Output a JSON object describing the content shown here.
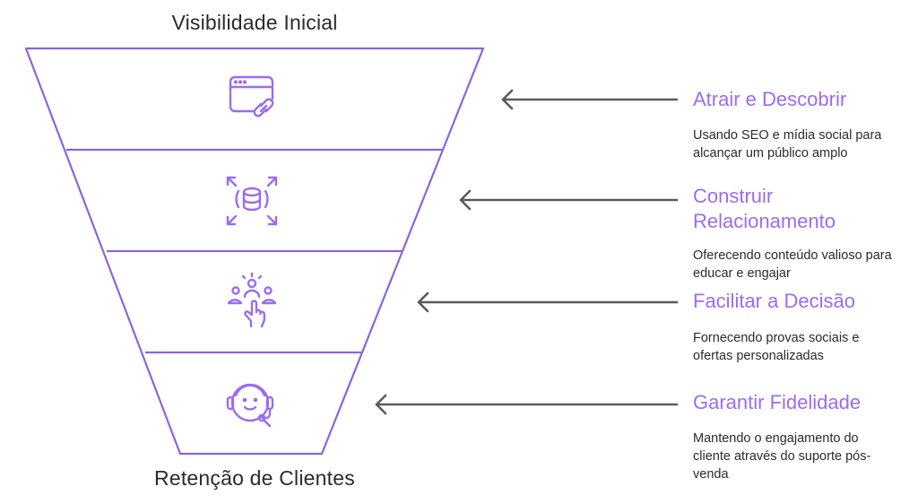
{
  "diagram": {
    "top_label": "Visibilidade Inicial",
    "bottom_label": "Retenção de Clientes",
    "colors": {
      "funnel_stroke": "#8c64dc",
      "icon": "#9b6cf0",
      "arrow": "#5a5a5a",
      "title": "#9b6cf0",
      "text": "#2b2b2b"
    },
    "stages": [
      {
        "icon": "browser-link-icon",
        "title": "Atrair e Descobrir",
        "description": "Usando SEO e mídia social para alcançar um público amplo"
      },
      {
        "icon": "database-expand-icon",
        "title": "Construir Relacionamento",
        "description": "Oferecendo conteúdo valioso para educar e engajar"
      },
      {
        "icon": "people-hand-pointer-icon",
        "title": "Facilitar a Decisão",
        "description": "Fornecendo provas sociais e ofertas personalizadas"
      },
      {
        "icon": "headset-support-icon",
        "title": "Garantir Fidelidade",
        "description": "Mantendo o engajamento do cliente através do suporte pós-venda"
      }
    ]
  }
}
